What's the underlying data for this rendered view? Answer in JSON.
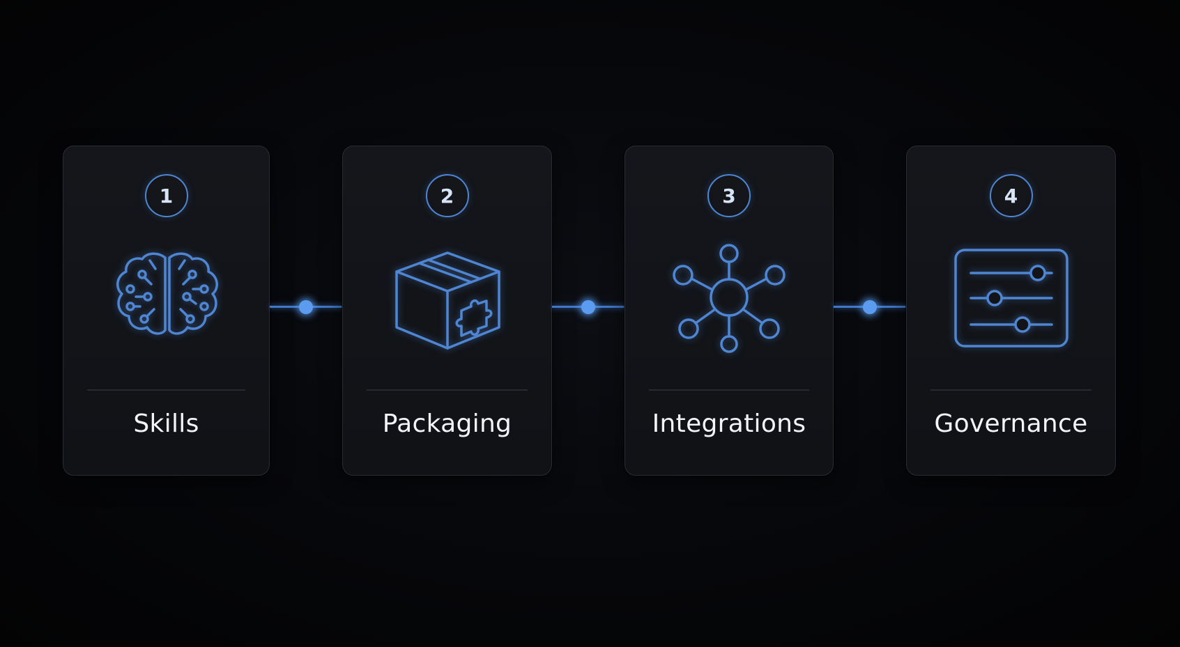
{
  "accent_color": "#5b9cf0",
  "stroke_color": "#4f86d3",
  "steps": [
    {
      "number": "1",
      "label": "Skills",
      "icon": "brain-circuit-icon"
    },
    {
      "number": "2",
      "label": "Packaging",
      "icon": "package-box-puzzle-icon"
    },
    {
      "number": "3",
      "label": "Integrations",
      "icon": "network-hub-icon"
    },
    {
      "number": "4",
      "label": "Governance",
      "icon": "settings-sliders-icon"
    }
  ]
}
